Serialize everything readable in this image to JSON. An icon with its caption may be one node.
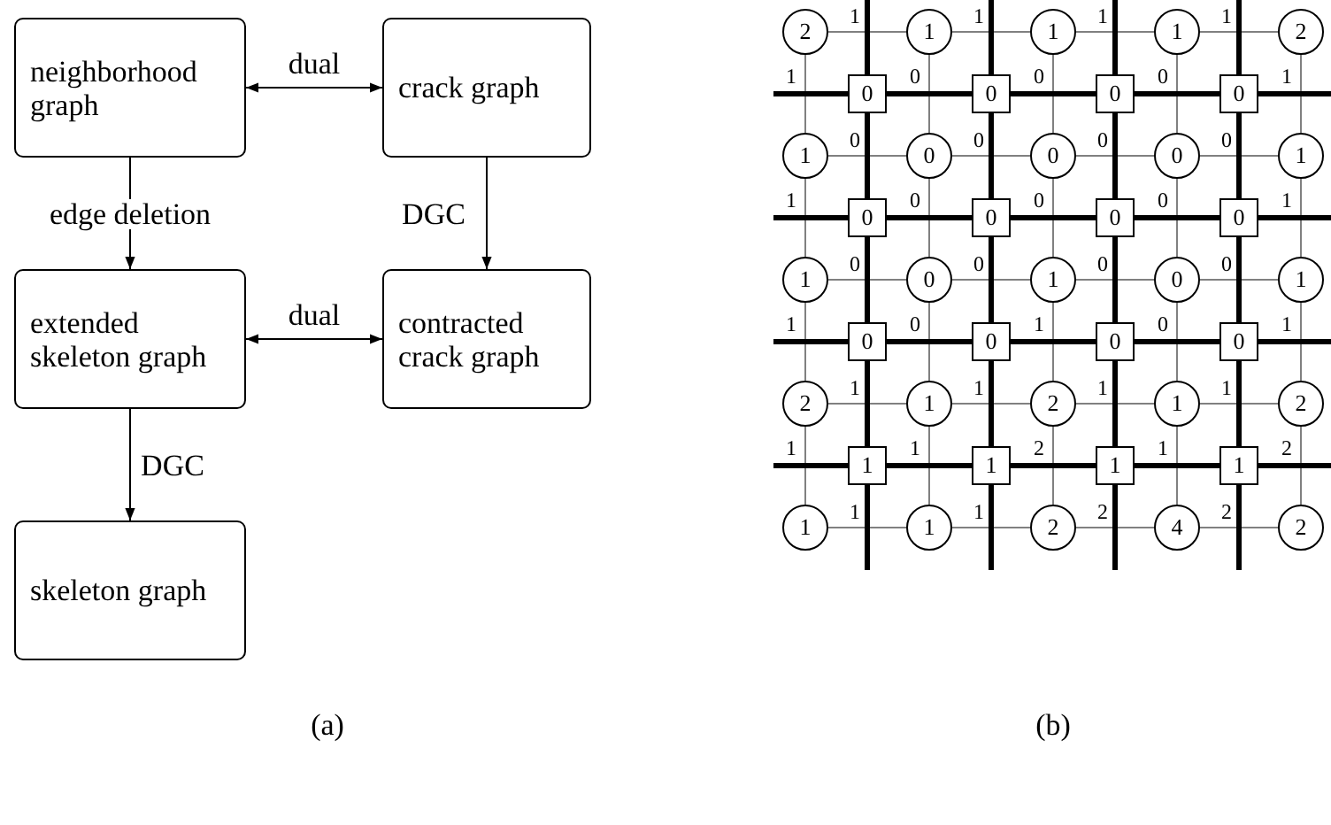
{
  "diagram": {
    "nodes": [
      {
        "text": [
          "neighborhood graph"
        ]
      },
      {
        "text": [
          "crack graph"
        ]
      },
      {
        "text": [
          "extended skeleton graph"
        ]
      },
      {
        "text": [
          "contracted crack graph"
        ]
      },
      {
        "text": [
          "skeleton graph"
        ]
      },
      {
        "text": [
          "2"
        ]
      },
      {
        "text": [
          "1"
        ]
      },
      {
        "text": [
          "1"
        ]
      },
      {
        "text": [
          "1"
        ]
      },
      {
        "text": [
          "2"
        ]
      },
      {
        "text": [
          "0"
        ]
      },
      {
        "text": [
          "0"
        ]
      },
      {
        "text": [
          "0"
        ]
      },
      {
        "text": [
          "0"
        ]
      },
      {
        "text": [
          "1"
        ]
      },
      {
        "text": [
          "0"
        ]
      },
      {
        "text": [
          "0"
        ]
      },
      {
        "text": [
          "0"
        ]
      },
      {
        "text": [
          "1"
        ]
      },
      {
        "text": [
          "0"
        ]
      },
      {
        "text": [
          "0"
        ]
      },
      {
        "text": [
          "0"
        ]
      },
      {
        "text": [
          "0"
        ]
      },
      {
        "text": [
          "1"
        ]
      },
      {
        "text": [
          "0"
        ]
      },
      {
        "text": [
          "1"
        ]
      },
      {
        "text": [
          "0"
        ]
      },
      {
        "text": [
          "1"
        ]
      },
      {
        "text": [
          "0"
        ]
      },
      {
        "text": [
          "0"
        ]
      },
      {
        "text": [
          "0"
        ]
      },
      {
        "text": [
          "0"
        ]
      },
      {
        "text": [
          "2"
        ]
      },
      {
        "text": [
          "1"
        ]
      },
      {
        "text": [
          "2"
        ]
      },
      {
        "text": [
          "1"
        ]
      },
      {
        "text": [
          "2"
        ]
      },
      {
        "text": [
          "1"
        ]
      },
      {
        "text": [
          "1"
        ]
      },
      {
        "text": [
          "1"
        ]
      },
      {
        "text": [
          "1"
        ]
      },
      {
        "text": [
          "1"
        ]
      },
      {
        "text": [
          "1"
        ]
      },
      {
        "text": [
          "2"
        ]
      },
      {
        "text": [
          "4"
        ]
      },
      {
        "text": [
          "2"
        ]
      }
    ],
    "edges": [
      {
        "from": 0,
        "to": 1,
        "arrow": "both",
        "label": "dual"
      },
      {
        "from": 0,
        "to": 2,
        "arrow": "to",
        "label": "edge deletion"
      },
      {
        "from": 1,
        "to": 3,
        "arrow": "to",
        "label": "DGC"
      },
      {
        "from": 2,
        "to": 3,
        "arrow": "both",
        "label": "dual"
      },
      {
        "from": 2,
        "to": 4,
        "arrow": "to",
        "label": "DGC"
      },
      {
        "from": 5,
        "to": 6,
        "arrow": "none",
        "label": "1",
        "color": "#808080"
      },
      {
        "from": 6,
        "to": 7,
        "arrow": "none",
        "label": "1",
        "color": "#808080"
      },
      {
        "from": 7,
        "to": 8,
        "arrow": "none",
        "label": "1",
        "color": "#808080"
      },
      {
        "from": 8,
        "to": 9,
        "arrow": "none",
        "label": "1",
        "color": "#808080"
      },
      {
        "from": 14,
        "to": 15,
        "arrow": "none",
        "label": "0",
        "color": "#808080"
      },
      {
        "from": 15,
        "to": 16,
        "arrow": "none",
        "label": "0",
        "color": "#808080"
      },
      {
        "from": 16,
        "to": 17,
        "arrow": "none",
        "label": "0",
        "color": "#808080"
      },
      {
        "from": 17,
        "to": 18,
        "arrow": "none",
        "label": "0",
        "color": "#808080"
      },
      {
        "from": 23,
        "to": 24,
        "arrow": "none",
        "label": "0",
        "color": "#808080"
      },
      {
        "from": 24,
        "to": 25,
        "arrow": "none",
        "label": "0",
        "color": "#808080"
      },
      {
        "from": 25,
        "to": 26,
        "arrow": "none",
        "label": "0",
        "color": "#808080"
      },
      {
        "from": 26,
        "to": 27,
        "arrow": "none",
        "label": "0",
        "color": "#808080"
      },
      {
        "from": 32,
        "to": 33,
        "arrow": "none",
        "label": "1",
        "color": "#808080"
      },
      {
        "from": 33,
        "to": 34,
        "arrow": "none",
        "label": "1",
        "color": "#808080"
      },
      {
        "from": 34,
        "to": 35,
        "arrow": "none",
        "label": "1",
        "color": "#808080"
      },
      {
        "from": 35,
        "to": 36,
        "arrow": "none",
        "label": "1",
        "color": "#808080"
      },
      {
        "from": 41,
        "to": 42,
        "arrow": "none",
        "label": "1",
        "color": "#808080"
      },
      {
        "from": 42,
        "to": 43,
        "arrow": "none",
        "label": "1",
        "color": "#808080"
      },
      {
        "from": 43,
        "to": 44,
        "arrow": "none",
        "label": "2",
        "color": "#808080"
      },
      {
        "from": 44,
        "to": 45,
        "arrow": "none",
        "label": "2",
        "color": "#808080"
      },
      {
        "from": 5,
        "to": 14,
        "arrow": "none",
        "label": "1",
        "color": "#808080"
      },
      {
        "from": 6,
        "to": 15,
        "arrow": "none",
        "label": "0",
        "color": "#808080"
      },
      {
        "from": 7,
        "to": 16,
        "arrow": "none",
        "label": "0",
        "color": "#808080"
      },
      {
        "from": 8,
        "to": 17,
        "arrow": "none",
        "label": "0",
        "color": "#808080"
      },
      {
        "from": 9,
        "to": 18,
        "arrow": "none",
        "label": "1",
        "color": "#808080"
      },
      {
        "from": 14,
        "to": 23,
        "arrow": "none",
        "label": "1",
        "color": "#808080"
      },
      {
        "from": 15,
        "to": 24,
        "arrow": "none",
        "label": "0",
        "color": "#808080"
      },
      {
        "from": 16,
        "to": 25,
        "arrow": "none",
        "label": "0",
        "color": "#808080"
      },
      {
        "from": 17,
        "to": 26,
        "arrow": "none",
        "label": "0",
        "color": "#808080"
      },
      {
        "from": 18,
        "to": 27,
        "arrow": "none",
        "label": "1",
        "color": "#808080"
      },
      {
        "from": 23,
        "to": 32,
        "arrow": "none",
        "label": "1",
        "color": "#808080"
      },
      {
        "from": 24,
        "to": 33,
        "arrow": "none",
        "label": "0",
        "color": "#808080"
      },
      {
        "from": 25,
        "to": 34,
        "arrow": "none",
        "label": "1",
        "color": "#808080"
      },
      {
        "from": 26,
        "to": 35,
        "arrow": "none",
        "label": "0",
        "color": "#808080"
      },
      {
        "from": 27,
        "to": 36,
        "arrow": "none",
        "label": "1",
        "color": "#808080"
      },
      {
        "from": 32,
        "to": 41,
        "arrow": "none",
        "label": "1",
        "color": "#808080"
      },
      {
        "from": 33,
        "to": 42,
        "arrow": "none",
        "label": "1",
        "color": "#808080"
      },
      {
        "from": 34,
        "to": 43,
        "arrow": "none",
        "label": "2",
        "color": "#808080"
      },
      {
        "from": 35,
        "to": 44,
        "arrow": "none",
        "label": "1",
        "color": "#808080"
      },
      {
        "from": 36,
        "to": 45,
        "arrow": "none",
        "label": "2",
        "color": "#808080"
      },
      {
        "from": null,
        "to": 10,
        "arrow": "none",
        "style": "thick"
      },
      {
        "from": 10,
        "to": 11,
        "arrow": "none",
        "style": "thick"
      },
      {
        "from": 11,
        "to": 12,
        "arrow": "none",
        "style": "thick"
      },
      {
        "from": 12,
        "to": 13,
        "arrow": "none",
        "style": "thick"
      },
      {
        "from": 13,
        "to": null,
        "arrow": "none",
        "style": "thick"
      },
      {
        "from": null,
        "to": 19,
        "arrow": "none",
        "style": "thick"
      },
      {
        "from": 19,
        "to": 20,
        "arrow": "none",
        "style": "thick"
      },
      {
        "from": 20,
        "to": 21,
        "arrow": "none",
        "style": "thick"
      },
      {
        "from": 21,
        "to": 22,
        "arrow": "none",
        "style": "thick"
      },
      {
        "from": 22,
        "to": null,
        "arrow": "none",
        "style": "thick"
      },
      {
        "from": null,
        "to": 28,
        "arrow": "none",
        "style": "thick"
      },
      {
        "from": 28,
        "to": 29,
        "arrow": "none",
        "style": "thick"
      },
      {
        "from": 29,
        "to": 30,
        "arrow": "none",
        "style": "thick"
      },
      {
        "from": 30,
        "to": 31,
        "arrow": "none",
        "style": "thick"
      },
      {
        "from": 31,
        "to": null,
        "arrow": "none",
        "style": "thick"
      },
      {
        "from": null,
        "to": 37,
        "arrow": "none",
        "style": "thick"
      },
      {
        "from": 37,
        "to": 38,
        "arrow": "none",
        "style": "thick"
      },
      {
        "from": 38,
        "to": 39,
        "arrow": "none",
        "style": "thick"
      },
      {
        "from": 39,
        "to": 40,
        "arrow": "none",
        "style": "thick"
      },
      {
        "from": 40,
        "to": null,
        "arrow": "none",
        "style": "thick"
      },
      {
        "from": null,
        "to": 10,
        "arrow": "none",
        "style": "thick"
      },
      {
        "from": 10,
        "to": 19,
        "arrow": "none",
        "style": "thick"
      },
      {
        "from": 19,
        "to": 28,
        "arrow": "none",
        "style": "thick"
      },
      {
        "from": 28,
        "to": 37,
        "arrow": "none",
        "style": "thick"
      },
      {
        "from": 37,
        "to": null,
        "arrow": "none",
        "style": "thick"
      },
      {
        "from": null,
        "to": 11,
        "arrow": "none",
        "style": "thick"
      },
      {
        "from": 11,
        "to": 20,
        "arrow": "none",
        "style": "thick"
      },
      {
        "from": 20,
        "to": 29,
        "arrow": "none",
        "style": "thick"
      },
      {
        "from": 29,
        "to": 38,
        "arrow": "none",
        "style": "thick"
      },
      {
        "from": 38,
        "to": null,
        "arrow": "none",
        "style": "thick"
      },
      {
        "from": null,
        "to": 12,
        "arrow": "none",
        "style": "thick"
      },
      {
        "from": 12,
        "to": 21,
        "arrow": "none",
        "style": "thick"
      },
      {
        "from": 21,
        "to": 30,
        "arrow": "none",
        "style": "thick"
      },
      {
        "from": 30,
        "to": 39,
        "arrow": "none",
        "style": "thick"
      },
      {
        "from": 39,
        "to": null,
        "arrow": "none",
        "style": "thick"
      },
      {
        "from": null,
        "to": 13,
        "arrow": "none",
        "style": "thick"
      },
      {
        "from": 13,
        "to": 22,
        "arrow": "none",
        "style": "thick"
      },
      {
        "from": 22,
        "to": 31,
        "arrow": "none",
        "style": "thick"
      },
      {
        "from": 31,
        "to": 40,
        "arrow": "none",
        "style": "thick"
      },
      {
        "from": 40,
        "to": null,
        "arrow": "none",
        "style": "thick"
      }
    ],
    "labels": [
      "(a)",
      "(b)"
    ]
  }
}
